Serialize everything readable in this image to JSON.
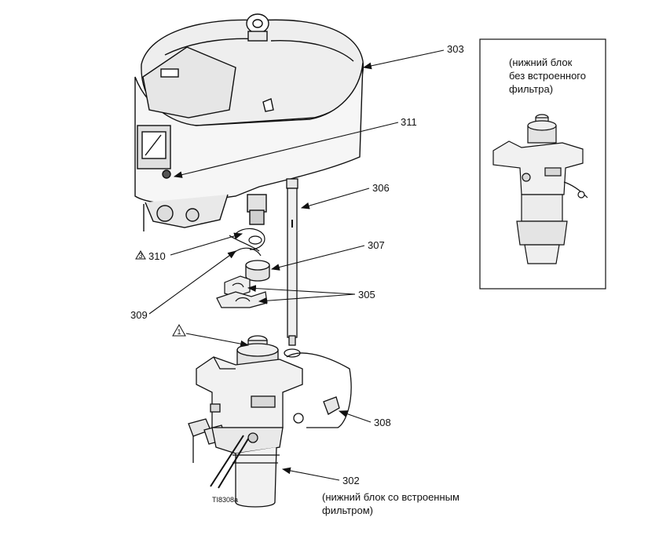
{
  "callouts": {
    "c303": "303",
    "c311": "311",
    "c306": "306",
    "c307": "307",
    "c310": "310",
    "c305": "305",
    "c309": "309",
    "c308": "308",
    "c302": "302",
    "tri3": "3",
    "tri1": "1"
  },
  "notes": {
    "inset_line1": "(нижний блок",
    "inset_line2": "без встроенного",
    "inset_line3": "фильтра)",
    "bottom_line1": "(нижний блок со встроенным",
    "bottom_line2": "фильтром)"
  },
  "figure_id": "TI8308a",
  "colors": {
    "stroke": "#111111",
    "fill_light": "#f2f2f2",
    "fill_mid": "#d9d9d9",
    "fill_dark": "#9a9a9a"
  }
}
